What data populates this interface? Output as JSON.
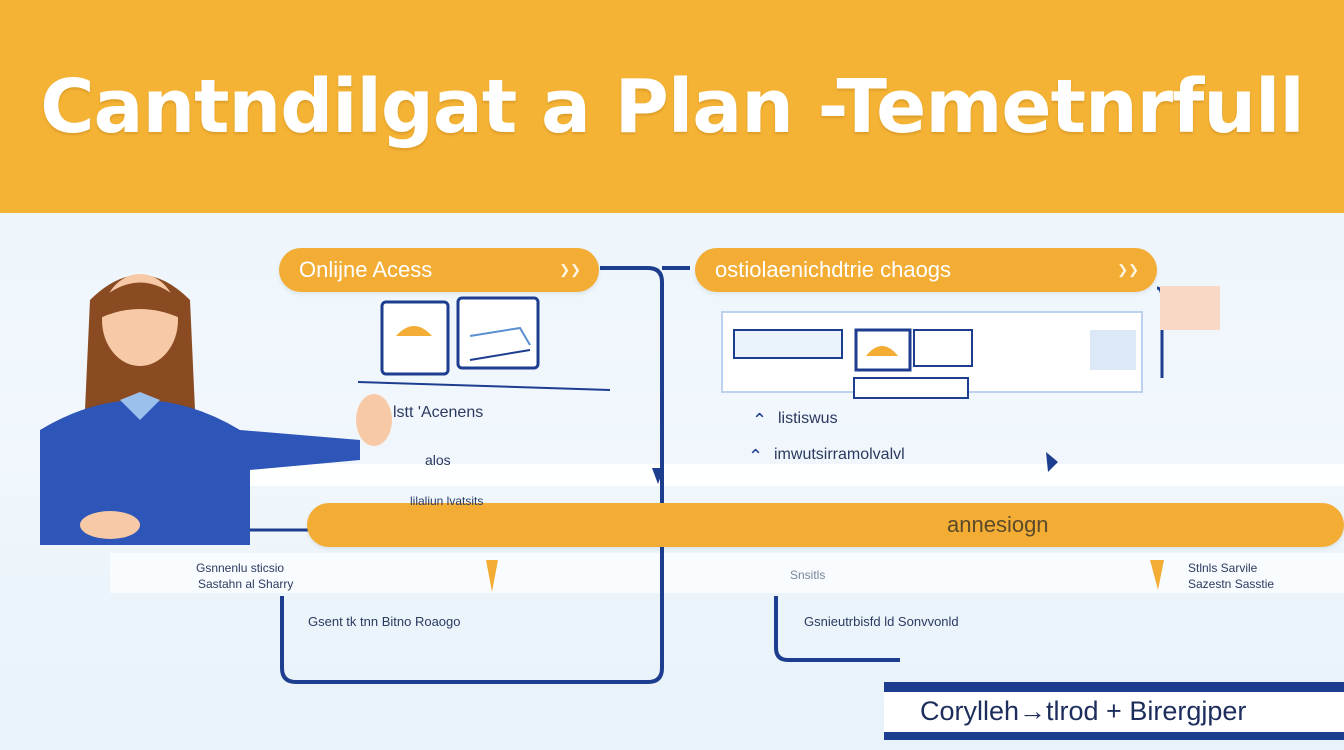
{
  "banner": {
    "title": "Cantndilgat a Plan -Temetnrfull"
  },
  "pills": {
    "online": "Onlijne Acess",
    "changes": "ostiolaenichdtrie chaogs",
    "annex": "annesiogn"
  },
  "labels": {
    "left_item_1": "lstt 'Acenens",
    "left_item_2": "alos",
    "left_item_3": "lilaliun lvatsits",
    "right_item_1": "listiswus",
    "right_item_2": "imwutsirramolvalvl",
    "row_left_1": "Gsnnenlu sticsio",
    "row_left_2": "Sastahn al Sharry",
    "row_center": "Snsitls",
    "row_right_1": "Stlnls Sarvile",
    "row_right_2": "Sazestn Sasstie",
    "bottom_left": "Gsent tk tnn Bitno Roaogo",
    "bottom_right": "Gsnieutrbisfd ld Sonvvonld"
  },
  "footer": {
    "text": "Corylleh→tlrod + Birergjper"
  },
  "colors": {
    "banner": "#f4b335",
    "pill": "#f3ad35",
    "line": "#1d3d8f",
    "background": "#eaf4fb"
  }
}
